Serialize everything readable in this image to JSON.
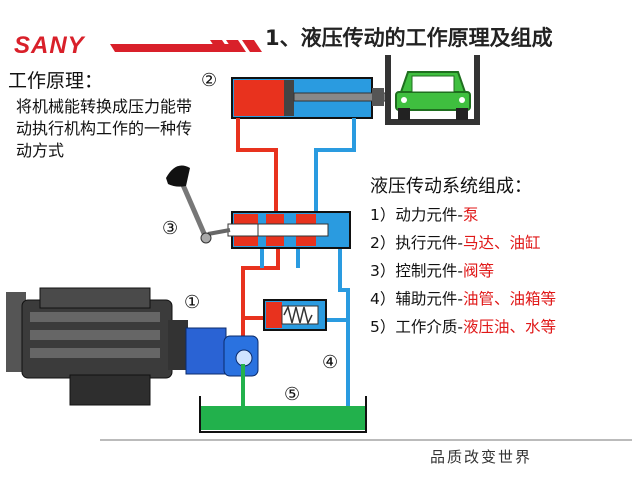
{
  "brand": "SANY",
  "title": "1、液压传动的工作原理及组成",
  "principle": {
    "heading": "工作原理：",
    "text": "将机械能转换成压力能带动执行机构工作的一种传动方式"
  },
  "composition": {
    "heading": "液压传动系统组成：",
    "items": [
      {
        "prefix": "1）动力元件-",
        "value": "泵"
      },
      {
        "prefix": "2）执行元件-",
        "value": "马达、油缸"
      },
      {
        "prefix": "3）控制元件-",
        "value": "阀等"
      },
      {
        "prefix": "4）辅助元件-",
        "value": "油管、油箱等"
      },
      {
        "prefix": "5）工作介质-",
        "value": "液压油、水等"
      }
    ]
  },
  "markers": {
    "m1": "①",
    "m2": "②",
    "m3": "③",
    "m4": "④",
    "m5": "⑤"
  },
  "footer": {
    "slogan": "品质改变世界"
  },
  "colors": {
    "brand_red": "#d9202a",
    "oil_red": "#e8321e",
    "oil_blue": "#2a9be0",
    "tank_green": "#22b14c",
    "car_green": "#3fbf3f"
  }
}
